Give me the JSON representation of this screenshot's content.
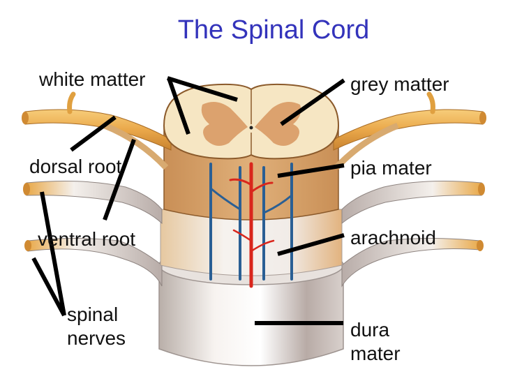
{
  "title": "The Spinal Cord",
  "colors": {
    "title": "#3333bb",
    "label_text": "#111111",
    "leader_line": "#000000",
    "nerve": "#e9a94a",
    "cord_white_matter": "#f6e6c3",
    "cord_grey_matter": "#d7955f",
    "pia": "#d9a76e",
    "arachnoid": "#e8e4e6",
    "dura": "#d6cfcf",
    "artery": "#d9261c",
    "vein": "#2a5f94"
  },
  "labels": {
    "white_matter": "white matter",
    "grey_matter": "grey matter",
    "dorsal_root": "dorsal root",
    "pia_mater": "pia mater",
    "ventral_root": "ventral root",
    "arachnoid": "arachnoid",
    "spinal_nerves_line1": "spinal",
    "spinal_nerves_line2": "nerves",
    "dura_mater_line1": "dura",
    "dura_mater_line2": "mater"
  }
}
